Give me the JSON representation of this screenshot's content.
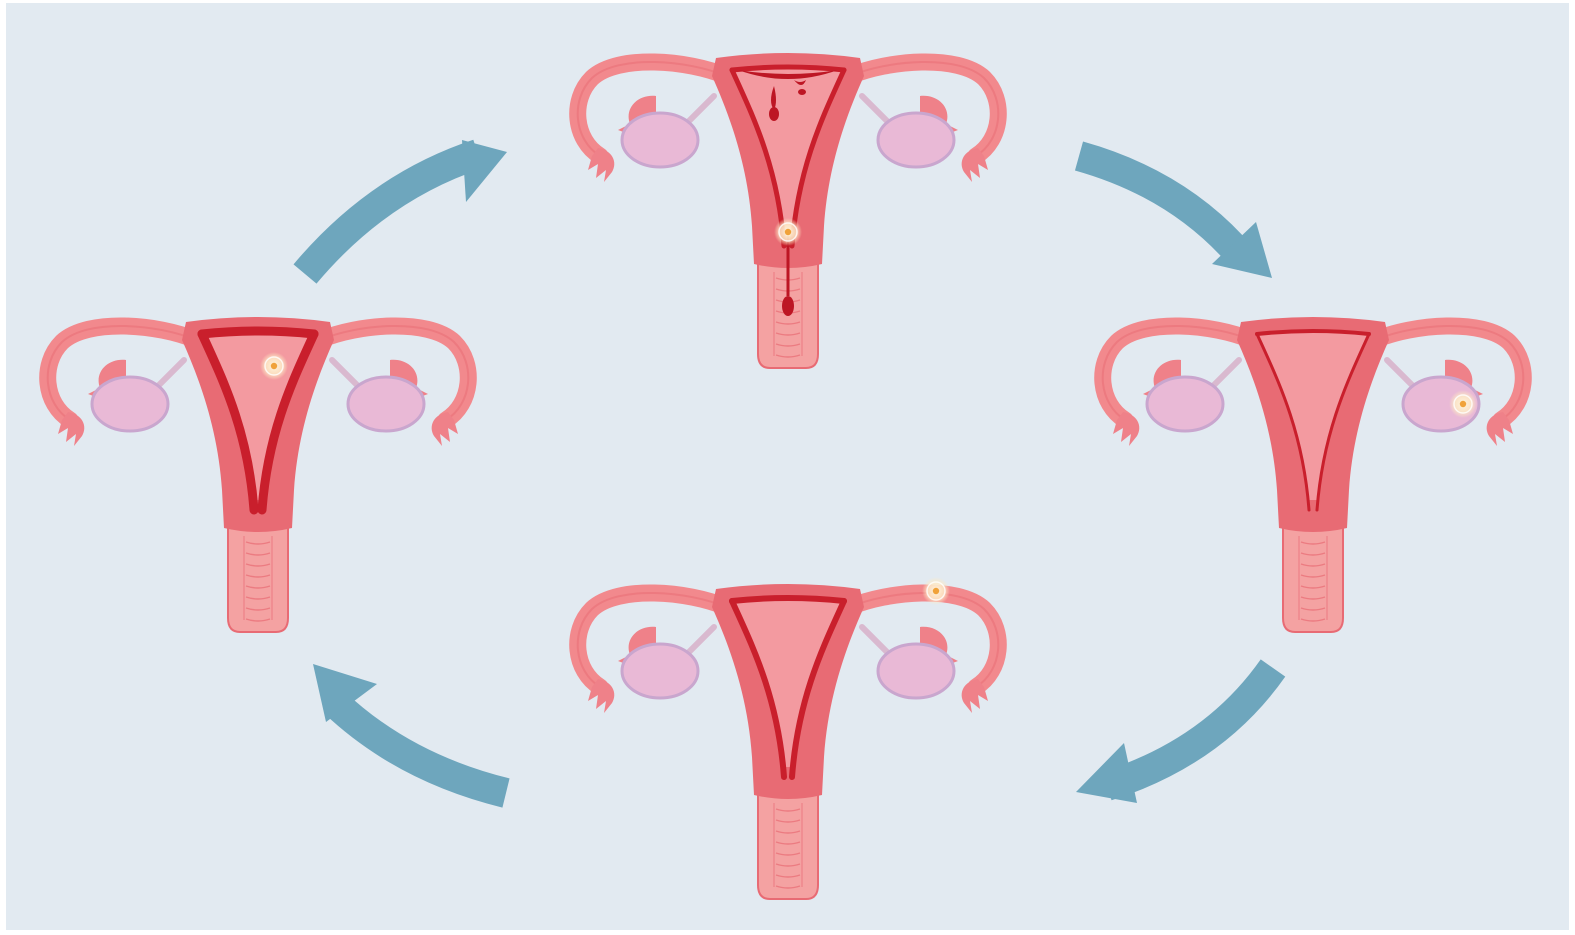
{
  "colors": {
    "page": "#ffffff",
    "panel": "#e2eaf1",
    "arrow": "#6ea6bd",
    "body": "#f2898d",
    "uterus_wall": "#e86b74",
    "lining_light": "#f39aa0",
    "lining_dark": "#c91f2c",
    "ovary": "#e9b9d6",
    "ovary_stroke": "#c9a6ce",
    "ligament": "#d9b9cf",
    "cervix": "#f4a2a2",
    "fimbria": "#ef8189",
    "egg_glow": "#fde9c4",
    "egg_core": "#f0a23a",
    "blood": "#bd1624"
  },
  "stages": [
    {
      "id": "top",
      "egg_location": "cervix",
      "lining": "shedding",
      "bleeding": true
    },
    {
      "id": "right",
      "egg_location": "right-ovary",
      "lining": "thin",
      "bleeding": false
    },
    {
      "id": "bottom",
      "egg_location": "right-tube",
      "lining": "thickening",
      "bleeding": false
    },
    {
      "id": "left",
      "egg_location": "uterus",
      "lining": "thick",
      "bleeding": false
    }
  ],
  "cycle_order": [
    "top",
    "right",
    "bottom",
    "left"
  ]
}
